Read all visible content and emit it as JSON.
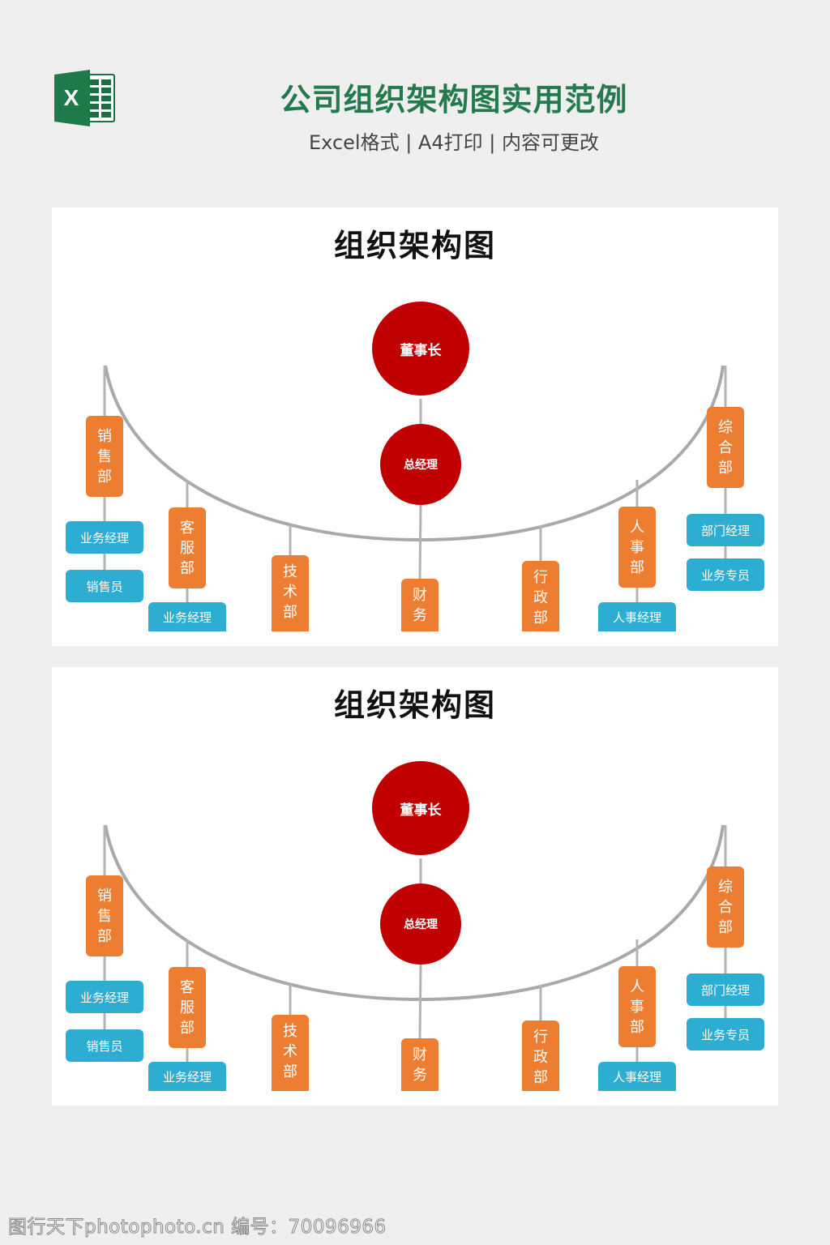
{
  "header": {
    "icon": "excel-icon",
    "icon_letter": "X",
    "title": "公司组织架构图实用范例",
    "subtitle": "Excel格式 | A4打印 | 内容可更改"
  },
  "colors": {
    "title_green": "#237a4c",
    "executive_red": "#c00000",
    "department_orange": "#ed7d31",
    "role_blue": "#2eadd3",
    "connector_gray": "#b3b3b3",
    "background": "#efefef"
  },
  "charts": [
    {
      "title": "组织架构图",
      "chairman": "董事长",
      "general_manager": "总经理",
      "departments": [
        {
          "name": [
            "销",
            "售",
            "部"
          ],
          "roles": [
            "业务经理",
            "销售员"
          ]
        },
        {
          "name": [
            "客",
            "服",
            "部"
          ],
          "roles": [
            "业务经理"
          ]
        },
        {
          "name": [
            "技",
            "术",
            "部"
          ],
          "roles": []
        },
        {
          "name": [
            "财",
            "务"
          ],
          "roles": []
        },
        {
          "name": [
            "行",
            "政",
            "部"
          ],
          "roles": []
        },
        {
          "name": [
            "人",
            "事",
            "部"
          ],
          "roles": [
            "人事经理"
          ]
        },
        {
          "name": [
            "综",
            "合",
            "部"
          ],
          "roles": [
            "部门经理",
            "业务专员"
          ]
        }
      ]
    },
    {
      "title": "组织架构图",
      "chairman": "董事长",
      "general_manager": "总经理",
      "departments": [
        {
          "name": [
            "销",
            "售",
            "部"
          ],
          "roles": [
            "业务经理",
            "销售员"
          ]
        },
        {
          "name": [
            "客",
            "服",
            "部"
          ],
          "roles": [
            "业务经理"
          ]
        },
        {
          "name": [
            "技",
            "术",
            "部"
          ],
          "roles": []
        },
        {
          "name": [
            "财",
            "务"
          ],
          "roles": []
        },
        {
          "name": [
            "行",
            "政",
            "部"
          ],
          "roles": []
        },
        {
          "name": [
            "人",
            "事",
            "部"
          ],
          "roles": [
            "人事经理"
          ]
        },
        {
          "name": [
            "综",
            "合",
            "部"
          ],
          "roles": [
            "部门经理",
            "业务专员"
          ]
        }
      ]
    }
  ],
  "watermark": "图行天下photophoto.cn 编号：70096966"
}
